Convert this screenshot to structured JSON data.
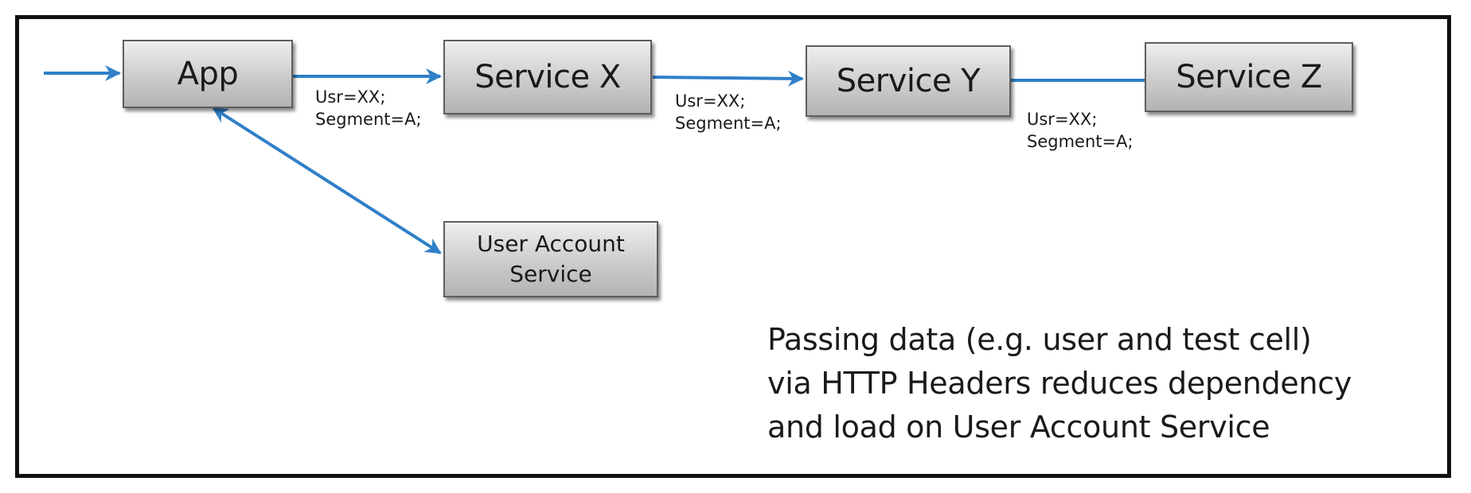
{
  "nodes": {
    "app": "App",
    "service_x": "Service X",
    "service_y": "Service Y",
    "service_z": "Service Z",
    "user_account_service": [
      "User Account",
      "Service"
    ]
  },
  "headers": {
    "app_to_x": [
      "Usr=XX;",
      "Segment=A;"
    ],
    "x_to_y": [
      "Usr=XX;",
      "Segment=A;"
    ],
    "y_to_z": [
      "Usr=XX;",
      "Segment=A;"
    ]
  },
  "note": [
    "Passing data (e.g. user and test cell)",
    "via HTTP Headers reduces dependency",
    "and load on User Account Service"
  ],
  "colors": {
    "arrow": "#2f7fc8",
    "frame": "#111111",
    "box_border": "#5e5e5e"
  }
}
